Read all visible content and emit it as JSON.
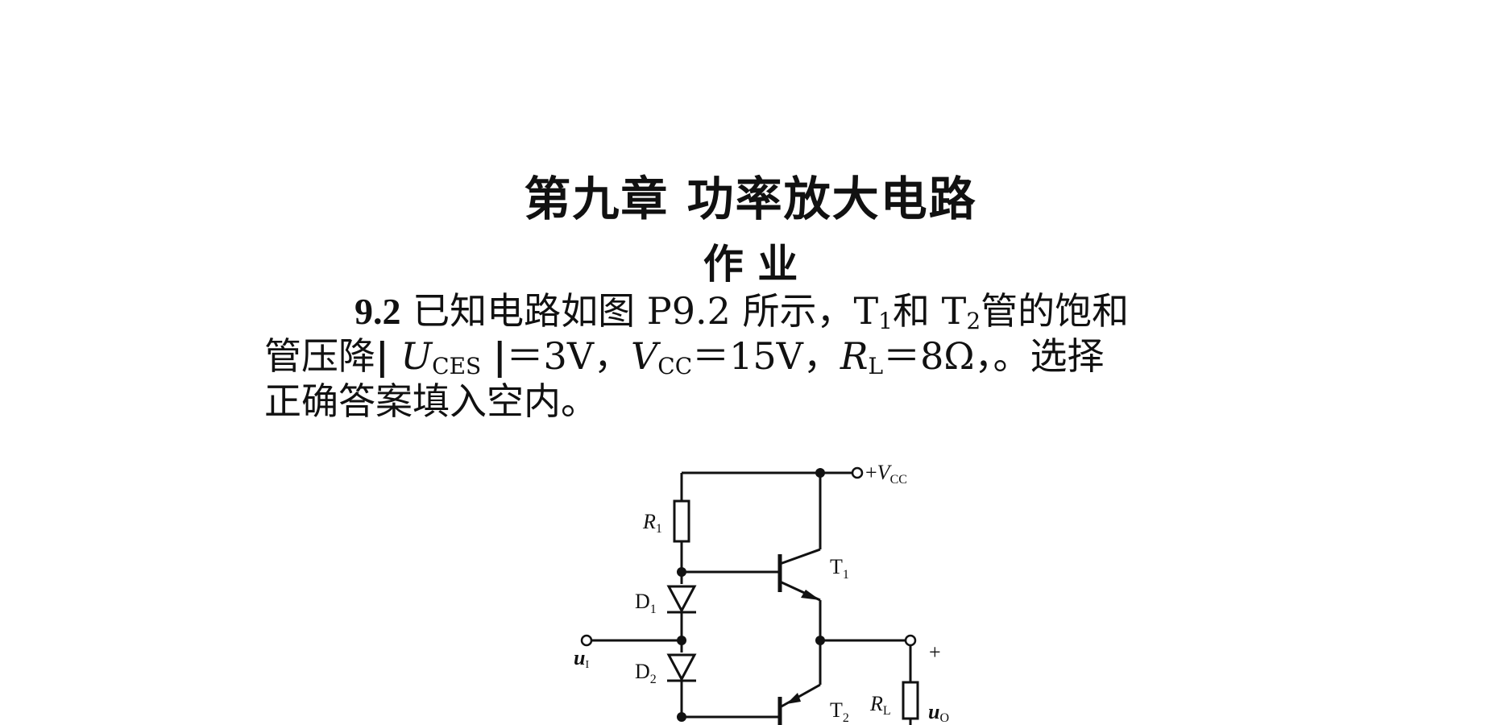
{
  "document": {
    "chapter_title": "第九章 功率放大电路",
    "section_title": "作 业",
    "problem": {
      "number": "9.2",
      "line1_text": "已知电路如图 P9.2 所示，T",
      "t1_sub": "1",
      "line1_mid": "和 T",
      "t2_sub": "2",
      "line1_end": "管的饱和",
      "line2_start": "管压降",
      "bar_left": "|",
      "u_sym": "U",
      "u_sub": "CES",
      "bar_right": "|",
      "eq1": "＝3V，",
      "v_sym": "V",
      "v_sub": "CC",
      "eq2": "＝15V，",
      "r_sym": "R",
      "r_sub": "L",
      "eq3": "＝8Ω，。选择",
      "line3": "正确答案填入空内。"
    }
  },
  "circuit": {
    "vcc_plus": "+",
    "vcc_sym": "V",
    "vcc_sub": "CC",
    "r1_sym": "R",
    "r1_sub": "1",
    "t1_sym": "T",
    "t1_sub": "1",
    "d1_sym": "D",
    "d1_sub": "1",
    "d2_sym": "D",
    "d2_sub": "2",
    "ui_sym": "u",
    "ui_sub": "I",
    "t2_sym": "T",
    "t2_sub": "2",
    "rl_sym": "R",
    "rl_sub": "L",
    "uo_sym": "u",
    "uo_sub": "O",
    "out_plus": "+"
  }
}
